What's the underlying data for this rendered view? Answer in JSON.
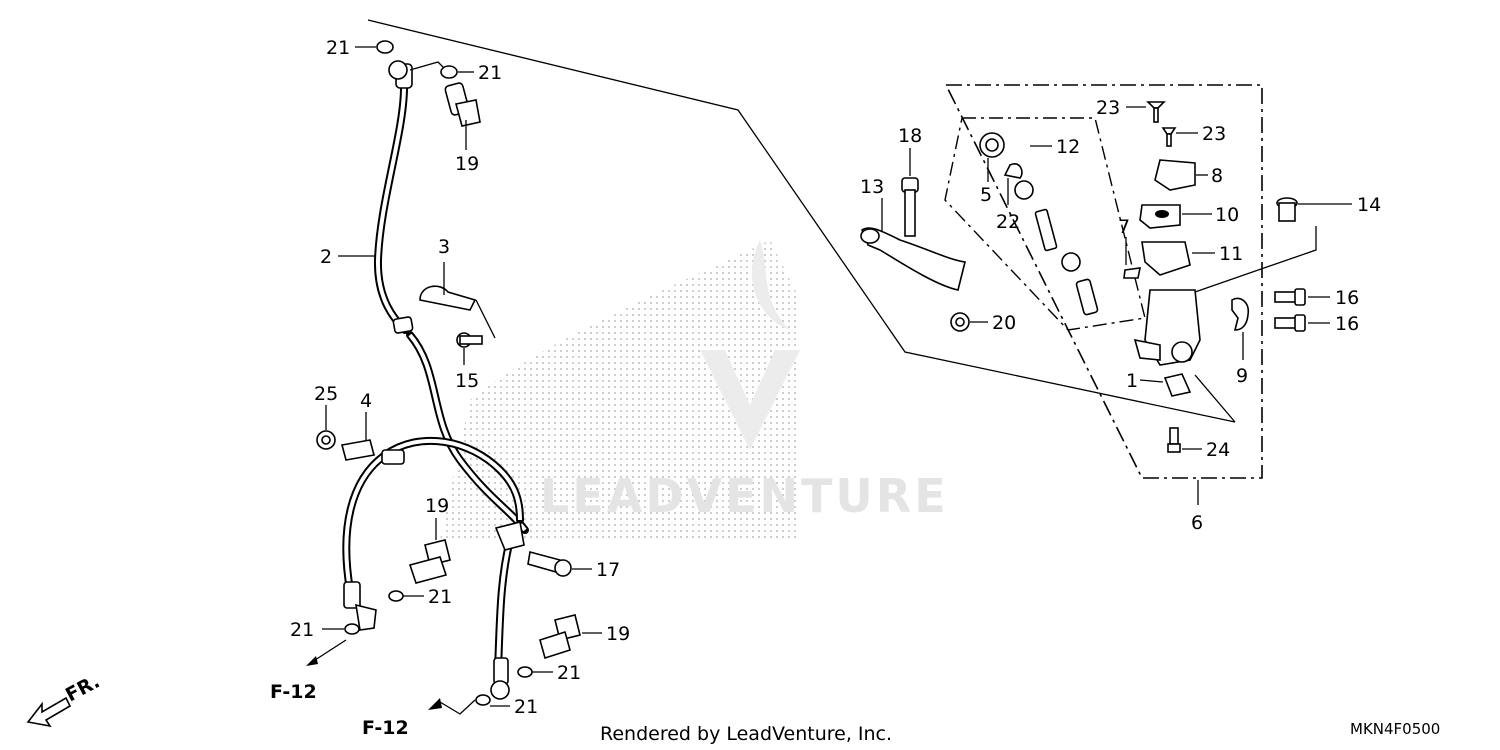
{
  "diagram": {
    "callouts": {
      "c21a": "21",
      "c21b": "21",
      "c19a": "19",
      "c2": "2",
      "c3": "3",
      "c15": "15",
      "c25": "25",
      "c4": "4",
      "c19b": "19",
      "c21c": "21",
      "c21d": "21",
      "c17": "17",
      "c19c": "19",
      "c21e": "21",
      "c21f": "21",
      "c18": "18",
      "c13": "13",
      "c20": "20",
      "c12": "12",
      "c5": "5",
      "c22": "22",
      "c23a": "23",
      "c23b": "23",
      "c8": "8",
      "c10": "10",
      "c7": "7",
      "c11": "11",
      "c14": "14",
      "c16a": "16",
      "c16b": "16",
      "c9": "9",
      "c1": "1",
      "c24": "24",
      "c6": "6"
    },
    "refs": {
      "f12_left": "F-12",
      "f12_bottom": "F-12",
      "fr": "FR."
    },
    "footer": "Rendered by LeadVenture, Inc.",
    "code": "MKN4F0500",
    "watermark": "LEADVENTURE"
  }
}
